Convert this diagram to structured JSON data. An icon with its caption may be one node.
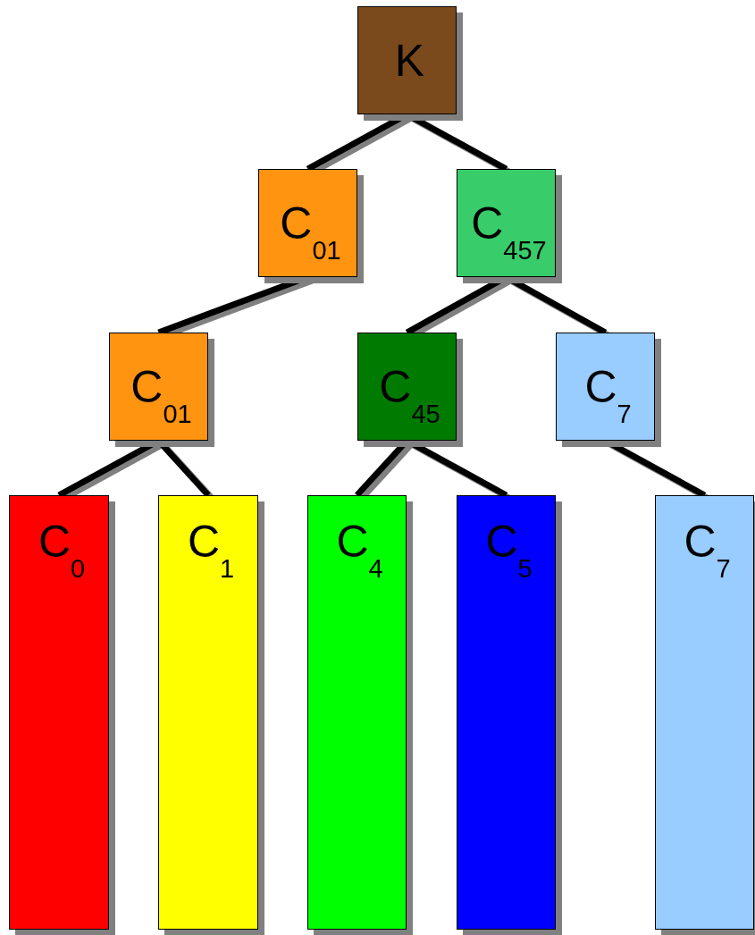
{
  "diagram": {
    "nodes": [
      {
        "text": [
          "K"
        ]
      },
      {
        "text": [
          "C$_{01}$"
        ]
      },
      {
        "text": [
          "C$_{457}$"
        ]
      },
      {
        "text": [
          "C$_{01}$"
        ]
      },
      {
        "text": [
          "C$_{45}$"
        ]
      },
      {
        "text": [
          "C$_{7}$"
        ]
      },
      {
        "text": [
          "C$_{0}$"
        ]
      },
      {
        "text": [
          "C$_{1}$"
        ]
      },
      {
        "text": [
          "C$_{4}$"
        ]
      },
      {
        "text": [
          "C$_{5}$"
        ]
      },
      {
        "text": [
          "C$_{7}$"
        ]
      }
    ],
    "edges": [
      {
        "from": 0,
        "to": 1,
        "arrow": "none"
      },
      {
        "from": 0,
        "to": 2,
        "arrow": "none"
      },
      {
        "from": 1,
        "to": 3,
        "arrow": "none"
      },
      {
        "from": 2,
        "to": 4,
        "arrow": "none"
      },
      {
        "from": 2,
        "to": 5,
        "arrow": "none"
      },
      {
        "from": 3,
        "to": 6,
        "arrow": "none"
      },
      {
        "from": 3,
        "to": 7,
        "arrow": "none"
      },
      {
        "from": 4,
        "to": 8,
        "arrow": "none"
      },
      {
        "from": 4,
        "to": 9,
        "arrow": "none"
      },
      {
        "from": 5,
        "to": 10,
        "arrow": "none"
      }
    ]
  }
}
